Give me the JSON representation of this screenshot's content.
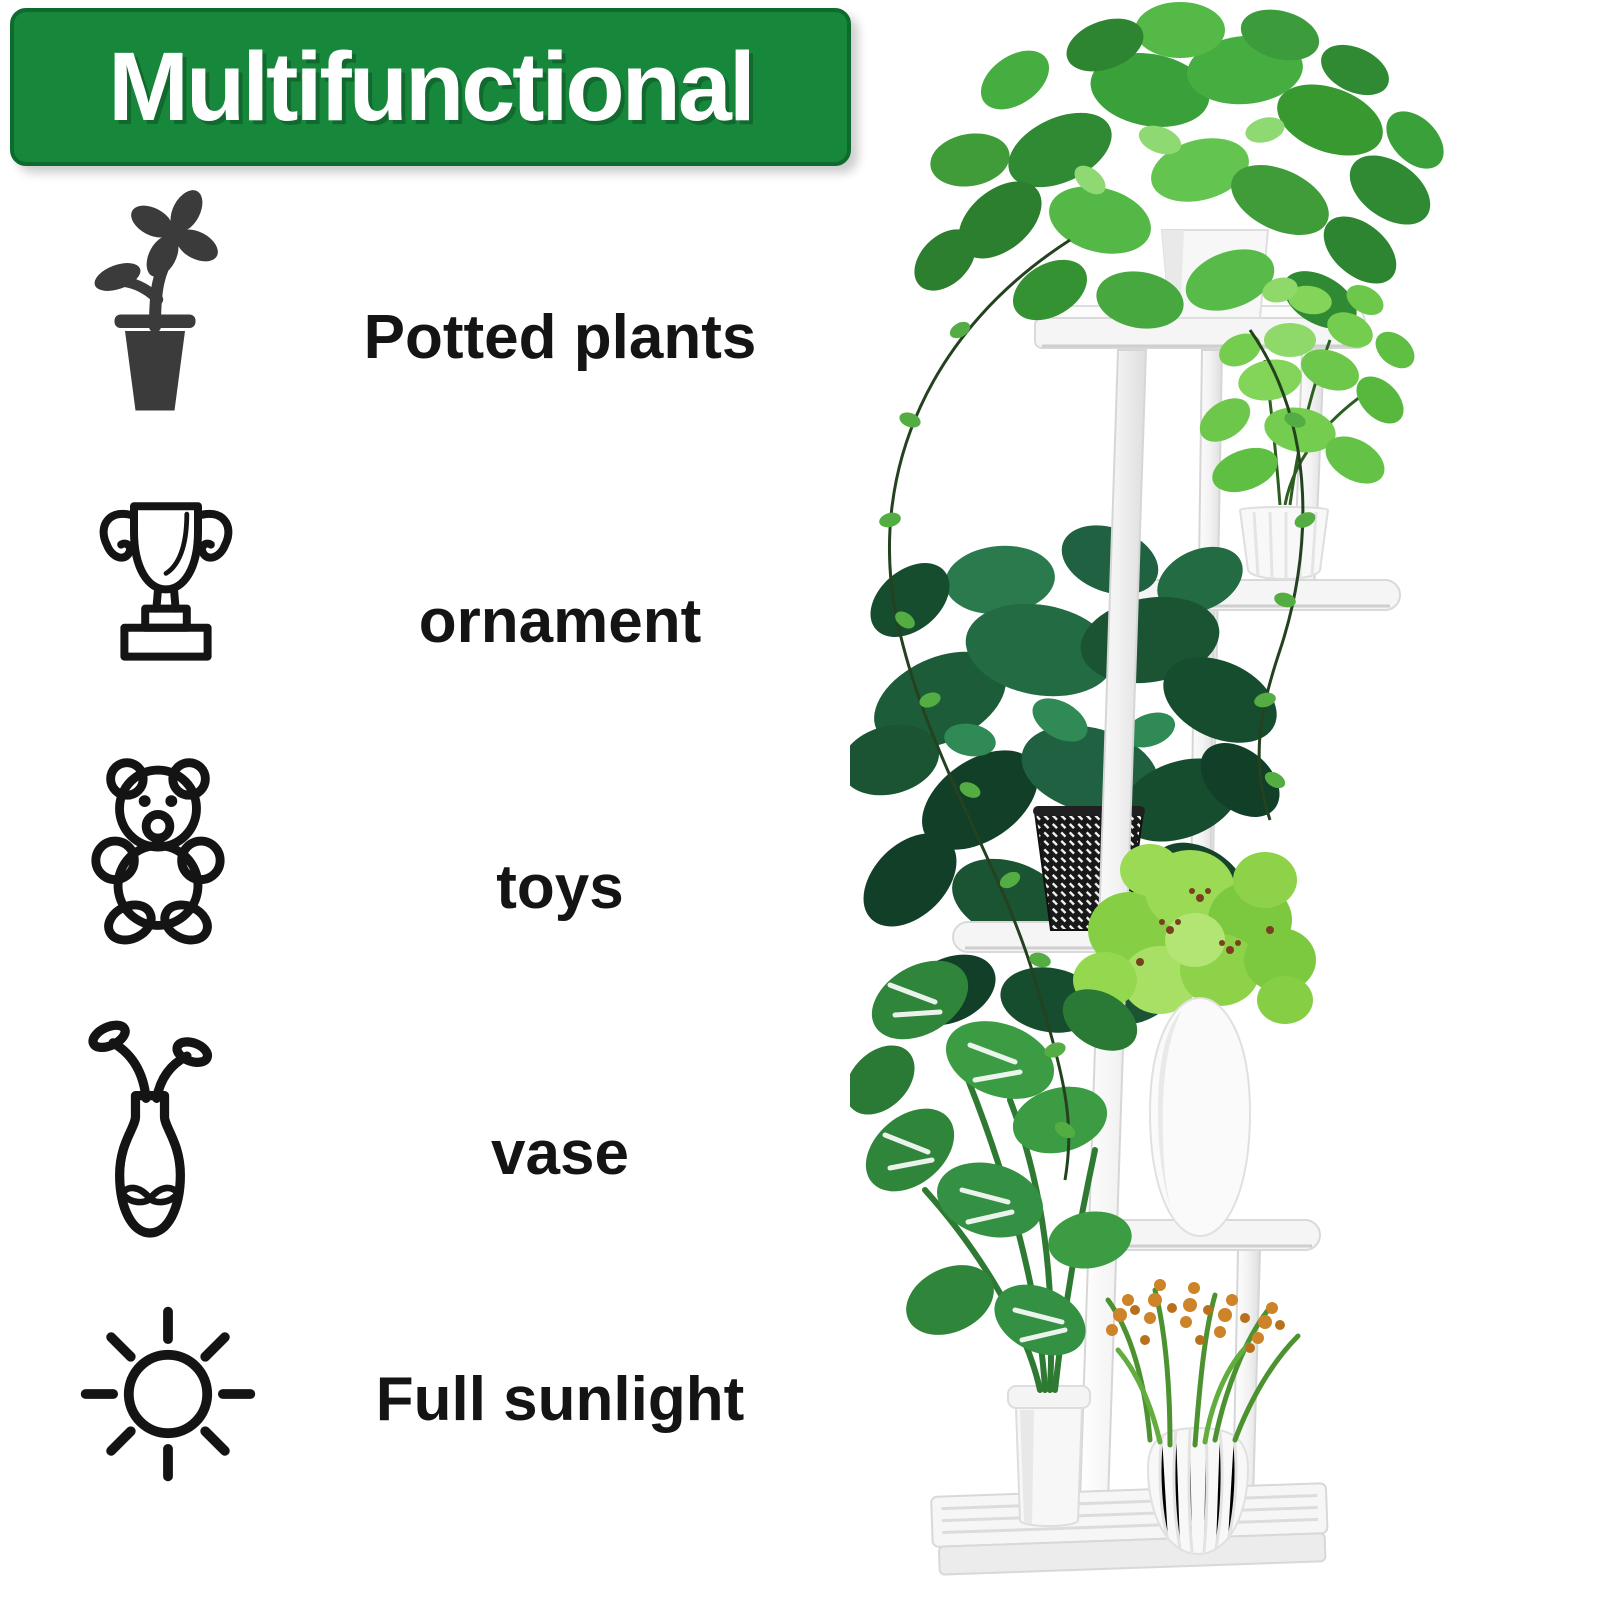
{
  "banner": {
    "title": "Multifunctional",
    "bg_color": "#17873c",
    "border_color": "#0e6b2e",
    "text_color": "#ffffff"
  },
  "features": [
    {
      "id": "potted-plants",
      "label": "Potted plants",
      "icon": "potted-plant-icon"
    },
    {
      "id": "ornament",
      "label": "ornament",
      "icon": "trophy-icon"
    },
    {
      "id": "toys",
      "label": "toys",
      "icon": "teddy-bear-icon"
    },
    {
      "id": "vase",
      "label": "vase",
      "icon": "vase-icon"
    },
    {
      "id": "full-sunlight",
      "label": "Full sunlight",
      "icon": "sun-icon"
    }
  ],
  "theme": {
    "banner_bg": "#17873c",
    "banner_border": "#0e6b2e",
    "banner_text": "#ffffff",
    "label_color": "#141414",
    "icon_color": "#141414",
    "icon_fill": "#3b3b3b",
    "stand_white": "#f5f5f5",
    "stand_edge": "#d9d9d9",
    "leaf_dark": "#1c5c38",
    "leaf_mid": "#3aa03a",
    "leaf_light": "#8ed96a",
    "flower_orange": "#cd8327",
    "wicker_dark": "#1a1a1a"
  },
  "photo": {
    "subject": "white 5-tier plant stand with potted plants, trailing vine, monstera, orange flowers"
  }
}
